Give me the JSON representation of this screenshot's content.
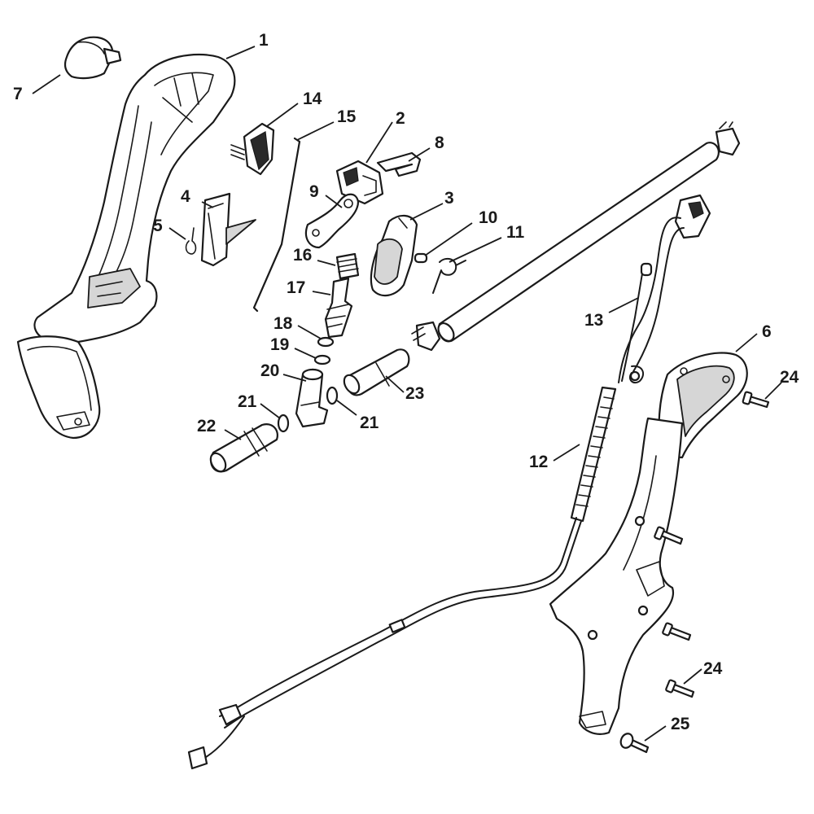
{
  "callouts": [
    {
      "id": "c1",
      "text": "1"
    },
    {
      "id": "c2",
      "text": "2"
    },
    {
      "id": "c3",
      "text": "3"
    },
    {
      "id": "c4",
      "text": "4"
    },
    {
      "id": "c5",
      "text": "5"
    },
    {
      "id": "c6",
      "text": "6"
    },
    {
      "id": "c7",
      "text": "7"
    },
    {
      "id": "c8",
      "text": "8"
    },
    {
      "id": "c9",
      "text": "9"
    },
    {
      "id": "c10",
      "text": "10"
    },
    {
      "id": "c11",
      "text": "11"
    },
    {
      "id": "c12",
      "text": "12"
    },
    {
      "id": "c13",
      "text": "13"
    },
    {
      "id": "c14",
      "text": "14"
    },
    {
      "id": "c15",
      "text": "15"
    },
    {
      "id": "c16",
      "text": "16"
    },
    {
      "id": "c17",
      "text": "17"
    },
    {
      "id": "c18",
      "text": "18"
    },
    {
      "id": "c19",
      "text": "19"
    },
    {
      "id": "c20",
      "text": "20"
    },
    {
      "id": "c21a",
      "text": "21"
    },
    {
      "id": "c21b",
      "text": "21"
    },
    {
      "id": "c22",
      "text": "22"
    },
    {
      "id": "c23",
      "text": "23"
    },
    {
      "id": "c24a",
      "text": "24"
    },
    {
      "id": "c24b",
      "text": "24"
    },
    {
      "id": "c25",
      "text": "25"
    }
  ]
}
